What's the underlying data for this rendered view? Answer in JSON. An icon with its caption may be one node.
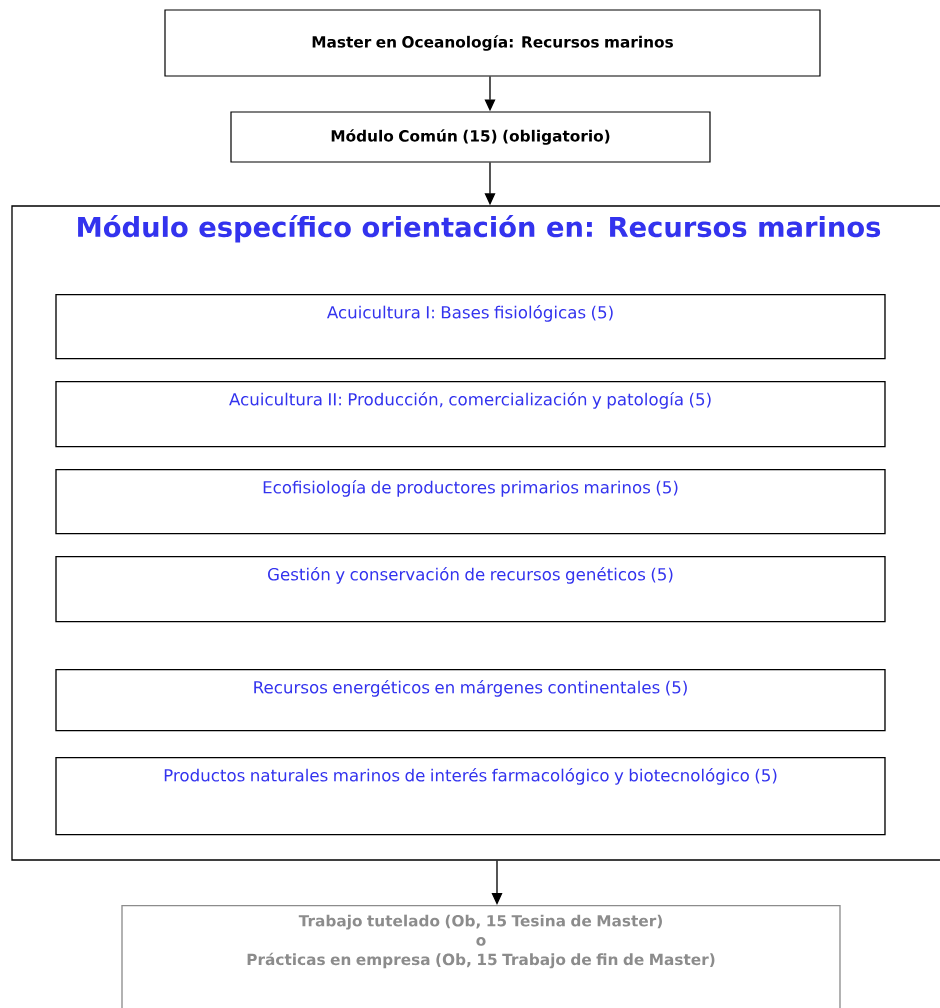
{
  "diagram": {
    "nodes": [
      {
        "text": [
          "Master en Oceanología: Recursos marinos"
        ]
      },
      {
        "text": [
          "Módulo Común (15) (obligatorio)"
        ]
      },
      {
        "text": [
          "Módulo específico orientación en: Recursos marinos"
        ]
      },
      {
        "text": [
          "Acuicultura I: Bases fisiológicas (5)"
        ],
        "in": 2
      },
      {
        "text": [
          "Acuicultura II: Producción, comercialización y patología (5)"
        ],
        "in": 2
      },
      {
        "text": [
          "Ecofisiología de productores primarios marinos (5)"
        ],
        "in": 2
      },
      {
        "text": [
          "Gestión y conservación de recursos genéticos (5)"
        ],
        "in": 2
      },
      {
        "text": [
          "Recursos energéticos en márgenes continentales (5)"
        ],
        "in": 2
      },
      {
        "text": [
          "Productos naturales marinos de interés farmacológico y biotecnológico (5)"
        ],
        "in": 2
      },
      {
        "text": [
          "Trabajo tutelado (Ob, 15 Tesina de Master)",
          "o",
          "Prácticas en empresa (Ob, 15 Trabajo de fin de Master)"
        ]
      }
    ],
    "edges": [
      {
        "from": 0,
        "to": 1,
        "arrow": "to"
      },
      {
        "from": 1,
        "to": 2,
        "arrow": "to"
      },
      {
        "from": 2,
        "to": 9,
        "arrow": "to"
      }
    ]
  }
}
